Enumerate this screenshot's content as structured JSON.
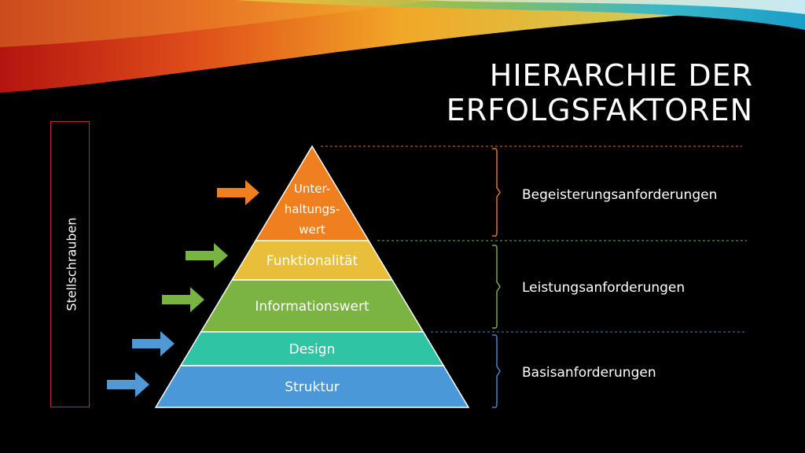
{
  "title": {
    "line1": "HIERARCHIE DER",
    "line2": "ERFOLGSFAKTOREN"
  },
  "side_label": "Stellschrauben",
  "pyramid": [
    {
      "lines": [
        "Unter-",
        "haltungs-",
        "wert"
      ],
      "color": "#f07f1f",
      "arrow_color": "#f07f1f"
    },
    {
      "lines": [
        "Funktionalität"
      ],
      "color": "#e8be3b",
      "arrow_color": "#78b441"
    },
    {
      "lines": [
        "Informationswert"
      ],
      "color": "#7bb443",
      "arrow_color": "#78b441"
    },
    {
      "lines": [
        "Design"
      ],
      "color": "#2fc4a4",
      "arrow_color": "#4f9ad6"
    },
    {
      "lines": [
        "Struktur"
      ],
      "color": "#4a98d8",
      "arrow_color": "#4f9ad6"
    }
  ],
  "requirements": {
    "top": "Begeisterungsanforderungen",
    "middle": "Leistungsanforderungen",
    "bottom": "Basisanforderungen"
  },
  "colors": {
    "background": "#000000",
    "frame": "#c0282d",
    "bracket_top": "#e2711d",
    "bracket_middle": "#7aab3e",
    "bracket_bottom": "#3f86c8"
  }
}
